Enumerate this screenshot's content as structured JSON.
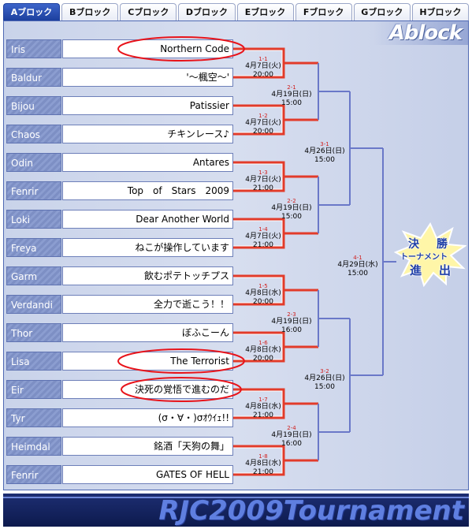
{
  "tabs": [
    {
      "label": "Aブロック",
      "active": true
    },
    {
      "label": "Bブロック",
      "active": false
    },
    {
      "label": "Cブロック",
      "active": false
    },
    {
      "label": "Dブロック",
      "active": false
    },
    {
      "label": "Eブロック",
      "active": false
    },
    {
      "label": "Fブロック",
      "active": false
    },
    {
      "label": "Gブロック",
      "active": false
    },
    {
      "label": "Hブロック",
      "active": false
    }
  ],
  "block_logo": "Ablock",
  "teams": [
    {
      "name": "Iris",
      "label": "Northern Code",
      "circled": true
    },
    {
      "name": "Baldur",
      "label": "'～楓空～'",
      "circled": false
    },
    {
      "name": "Bijou",
      "label": "Patissier",
      "circled": false
    },
    {
      "name": "Chaos",
      "label": "チキンレース♪",
      "circled": false
    },
    {
      "name": "Odin",
      "label": "Antares",
      "circled": false
    },
    {
      "name": "Fenrir",
      "label": "Top　of　Stars　2009",
      "circled": false
    },
    {
      "name": "Loki",
      "label": "Dear Another World",
      "circled": false
    },
    {
      "name": "Freya",
      "label": "ねこが操作しています",
      "circled": false
    },
    {
      "name": "Garm",
      "label": "飲むポテトッチプス",
      "circled": false
    },
    {
      "name": "Verdandi",
      "label": "全力で逝こう！！",
      "circled": false
    },
    {
      "name": "Thor",
      "label": "ぼふこーん",
      "circled": false
    },
    {
      "name": "Lisa",
      "label": "The Terrorist",
      "circled": true
    },
    {
      "name": "Eir",
      "label": "決死の覚悟で進むのだ",
      "circled": true
    },
    {
      "name": "Tyr",
      "label": "(σ・∀・)σｵｳｲｪ!!",
      "circled": false
    },
    {
      "name": "Heimdal",
      "label": "銘酒「天狗の舞」",
      "circled": false
    },
    {
      "name": "Fenrir",
      "label": "GATES OF HELL",
      "circled": false
    }
  ],
  "matches_r1": [
    {
      "num": "1-1",
      "date": "4月7日(火)",
      "time": "20:00"
    },
    {
      "num": "1-2",
      "date": "4月7日(火)",
      "time": "20:00"
    },
    {
      "num": "1-3",
      "date": "4月7日(火)",
      "time": "21:00"
    },
    {
      "num": "1-4",
      "date": "4月7日(火)",
      "time": "21:00"
    },
    {
      "num": "1-5",
      "date": "4月8日(水)",
      "time": "20:00"
    },
    {
      "num": "1-6",
      "date": "4月8日(水)",
      "time": "20:00"
    },
    {
      "num": "1-7",
      "date": "4月8日(水)",
      "time": "21:00"
    },
    {
      "num": "1-8",
      "date": "4月8日(水)",
      "time": "21:00"
    }
  ],
  "matches_r2": [
    {
      "num": "2-1",
      "date": "4月19日(日)",
      "time": "15:00"
    },
    {
      "num": "2-2",
      "date": "4月19日(日)",
      "time": "15:00"
    },
    {
      "num": "2-3",
      "date": "4月19日(日)",
      "time": "16:00"
    },
    {
      "num": "2-4",
      "date": "4月19日(日)",
      "time": "16:00"
    }
  ],
  "matches_r3": [
    {
      "num": "3-1",
      "date": "4月26日(日)",
      "time": "15:00"
    },
    {
      "num": "3-2",
      "date": "4月26日(日)",
      "time": "15:00"
    }
  ],
  "matches_r4": [
    {
      "num": "4-1",
      "date": "4月29日(水)",
      "time": "15:00"
    }
  ],
  "final_badge": {
    "line1": "決勝",
    "line2": "トーナメント",
    "line3": "進出"
  },
  "footer_title": "RJC2009Tournament",
  "colors": {
    "bracket_line": "#6a78c8",
    "winner_line": "#e23b2a",
    "circle": "#e8141b",
    "tab_active": "#1c3f9e"
  }
}
